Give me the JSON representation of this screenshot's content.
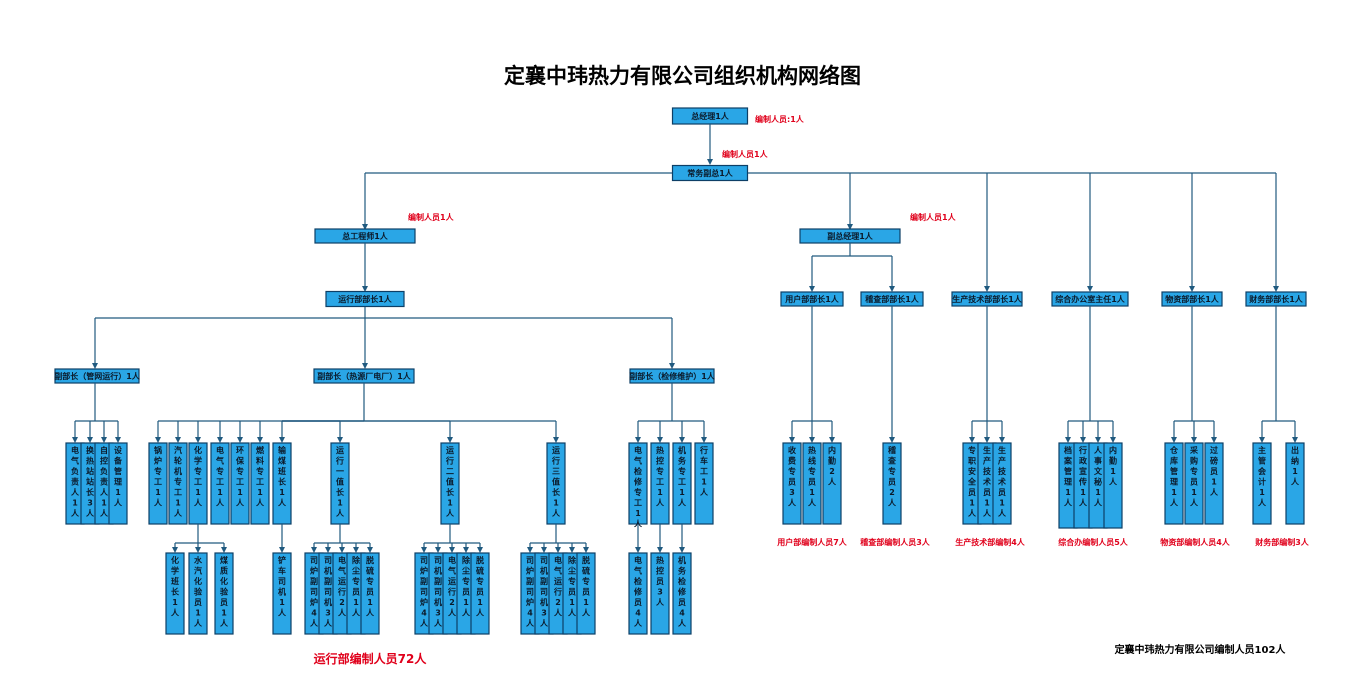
{
  "title": "定襄中玮热力有限公司组织机构网络图",
  "colors": {
    "box_fill": "#2aa6e6",
    "box_stroke": "#0e3f66",
    "line": "#205a7f",
    "note_red": "#e0001b"
  },
  "nodes": {
    "gm": "总经理1人",
    "exec_vp": "常务副总1人",
    "chief_engineer": "总工程师1人",
    "vgm": "副总经理1人",
    "ops_head": "运行部部长1人",
    "dep_pipe": "副部长（管网运行）1人",
    "dep_heat": "副部长（热源厂电厂）1人",
    "dep_maint": "副部长（检修维护）1人",
    "user_head": "用户部部长1人",
    "audit_head": "稽查部部长1人",
    "prodtech_head": "生产技术部部长1人",
    "admin_head": "综合办公室主任1人",
    "supply_head": "物资部部长1人",
    "finance_head": "财务部部长1人"
  },
  "columns": {
    "pipe": [
      "电气负责人1人",
      "换热站站长3人",
      "自控负责人1人",
      "设备管理1人"
    ],
    "heat": [
      "锅炉专工1人",
      "汽轮机专工1人",
      "化学专工1人",
      "电气专工1人",
      "环保专工1人",
      "燃料专工1人",
      "输煤班长1人"
    ],
    "chem_sub": [
      "化学班长1人",
      "水汽化验员1人",
      "煤质化验员1人"
    ],
    "coal_sub": [
      "铲车司机1人"
    ],
    "shifts": [
      "运行一值长1人",
      "运行二值长1人",
      "运行三值长1人"
    ],
    "shift_sub": [
      "司炉副司炉4人",
      "司机副司机3人",
      "电气运行2人",
      "除尘专员1人",
      "脱硫专员1人"
    ],
    "maint": [
      "电气检修专工1人",
      "热控专工1人",
      "机务专工1人",
      "行车工1人"
    ],
    "maint_sub": [
      "电气检修员4人",
      "热控员3人",
      "机务检修员4人"
    ],
    "user": [
      "收费专员3人",
      "热线专员1人",
      "内勤2人"
    ],
    "audit": [
      "稽查专员2人"
    ],
    "prodtech": [
      "专职安全员1人",
      "生产技术员1人",
      "生产技术员1人"
    ],
    "admin": [
      "档案管理1人",
      "行政宣传1人",
      "人事文秘1人",
      "内勤1人"
    ],
    "supply": [
      "仓库管理1人",
      "采购专员1人",
      "过磅员1人"
    ],
    "finance": [
      "主管会计1人",
      "出纳1人"
    ]
  },
  "notes": {
    "gm_staff": "编制人员:1人",
    "exec_staff": "编制人员1人",
    "chief_staff": "编制人员1人",
    "vgm_staff": "编制人员1人",
    "user_staff": "用户部编制人员7人",
    "audit_staff": "稽查部编制人员3人",
    "prodtech_staff": "生产技术部编制4人",
    "admin_staff": "综合办编制人员5人",
    "supply_staff": "物资部编制人员4人",
    "finance_staff": "财务部编制3人",
    "ops_staff": "运行部编制人员72人",
    "total": "定襄中玮热力有限公司编制人员102人"
  }
}
